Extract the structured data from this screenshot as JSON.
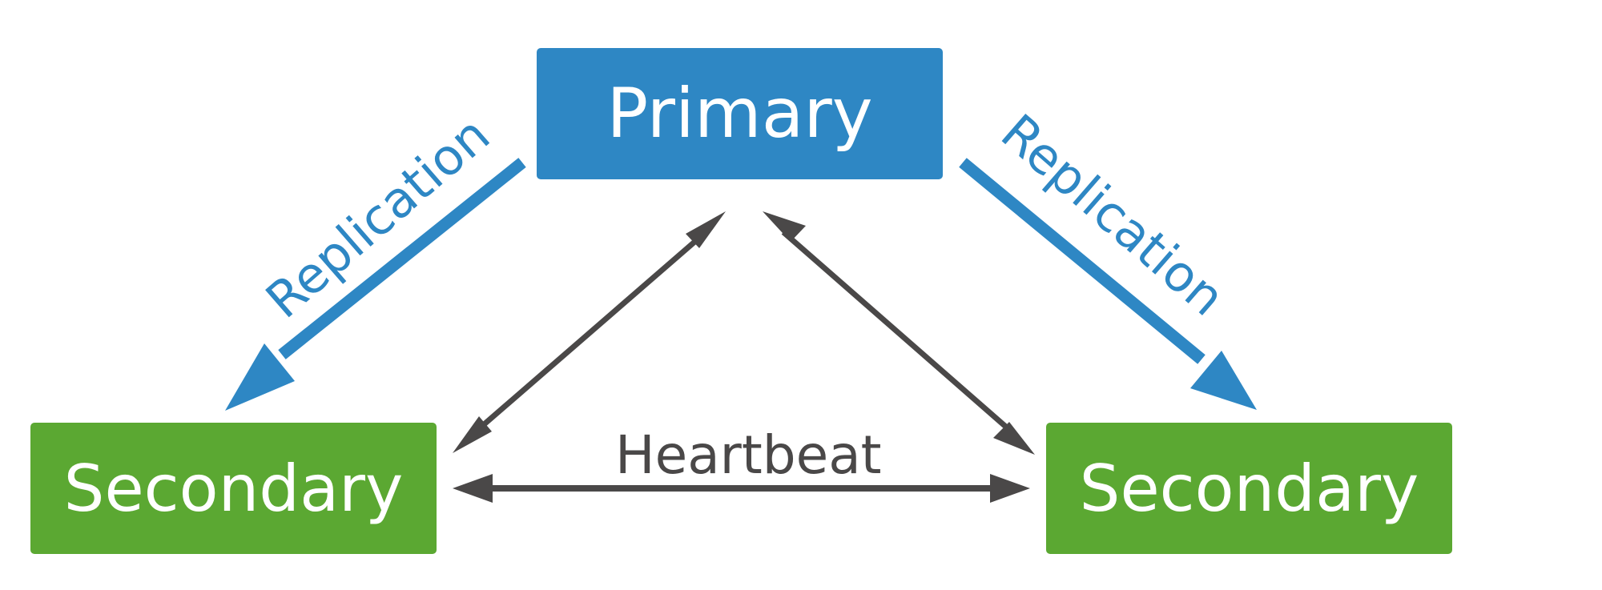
{
  "diagram": {
    "nodes": {
      "primary": "Primary",
      "secondary_left": "Secondary",
      "secondary_right": "Secondary"
    },
    "edges": {
      "replication_left": "Replication",
      "replication_right": "Replication",
      "heartbeat": "Heartbeat"
    },
    "colors": {
      "primary": "#2e87c4",
      "secondary": "#5ba832",
      "replication": "#2e87c4",
      "heartbeat": "#4a4848"
    }
  }
}
